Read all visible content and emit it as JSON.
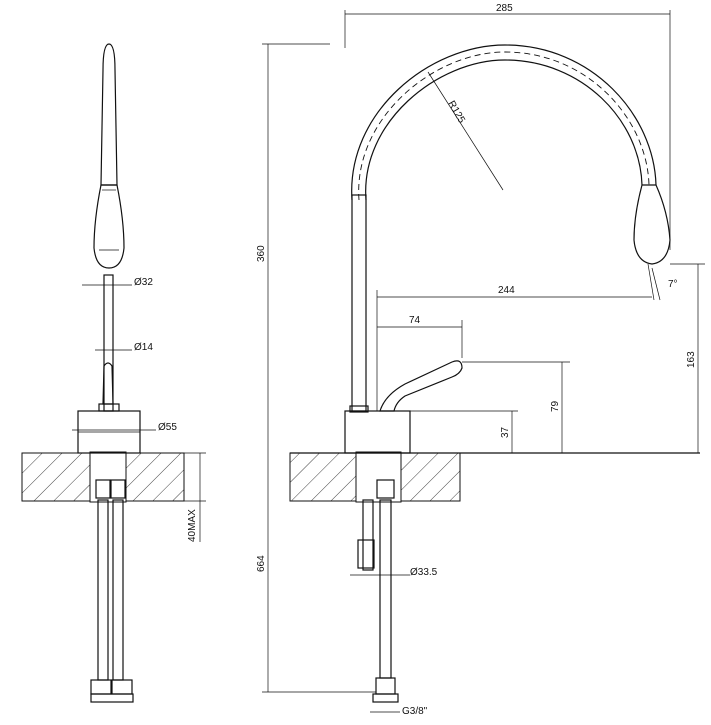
{
  "dimensions": {
    "overall_width": "285",
    "radius": "R125",
    "overall_height": "360",
    "spout_reach": "244",
    "lever_reach": "74",
    "tilt_angle": "7°",
    "spout_height": "163",
    "lever_height": "79",
    "base_height": "37",
    "below_counter": "664",
    "shank_diameter": "Ø33.5",
    "hose_thread": "G3/8\"",
    "nozzle_diameter": "Ø32",
    "stem_diameter": "Ø14",
    "base_diameter": "Ø55",
    "counter_thickness": "40MAX"
  },
  "colors": {
    "line": "#111111",
    "background": "#ffffff"
  }
}
